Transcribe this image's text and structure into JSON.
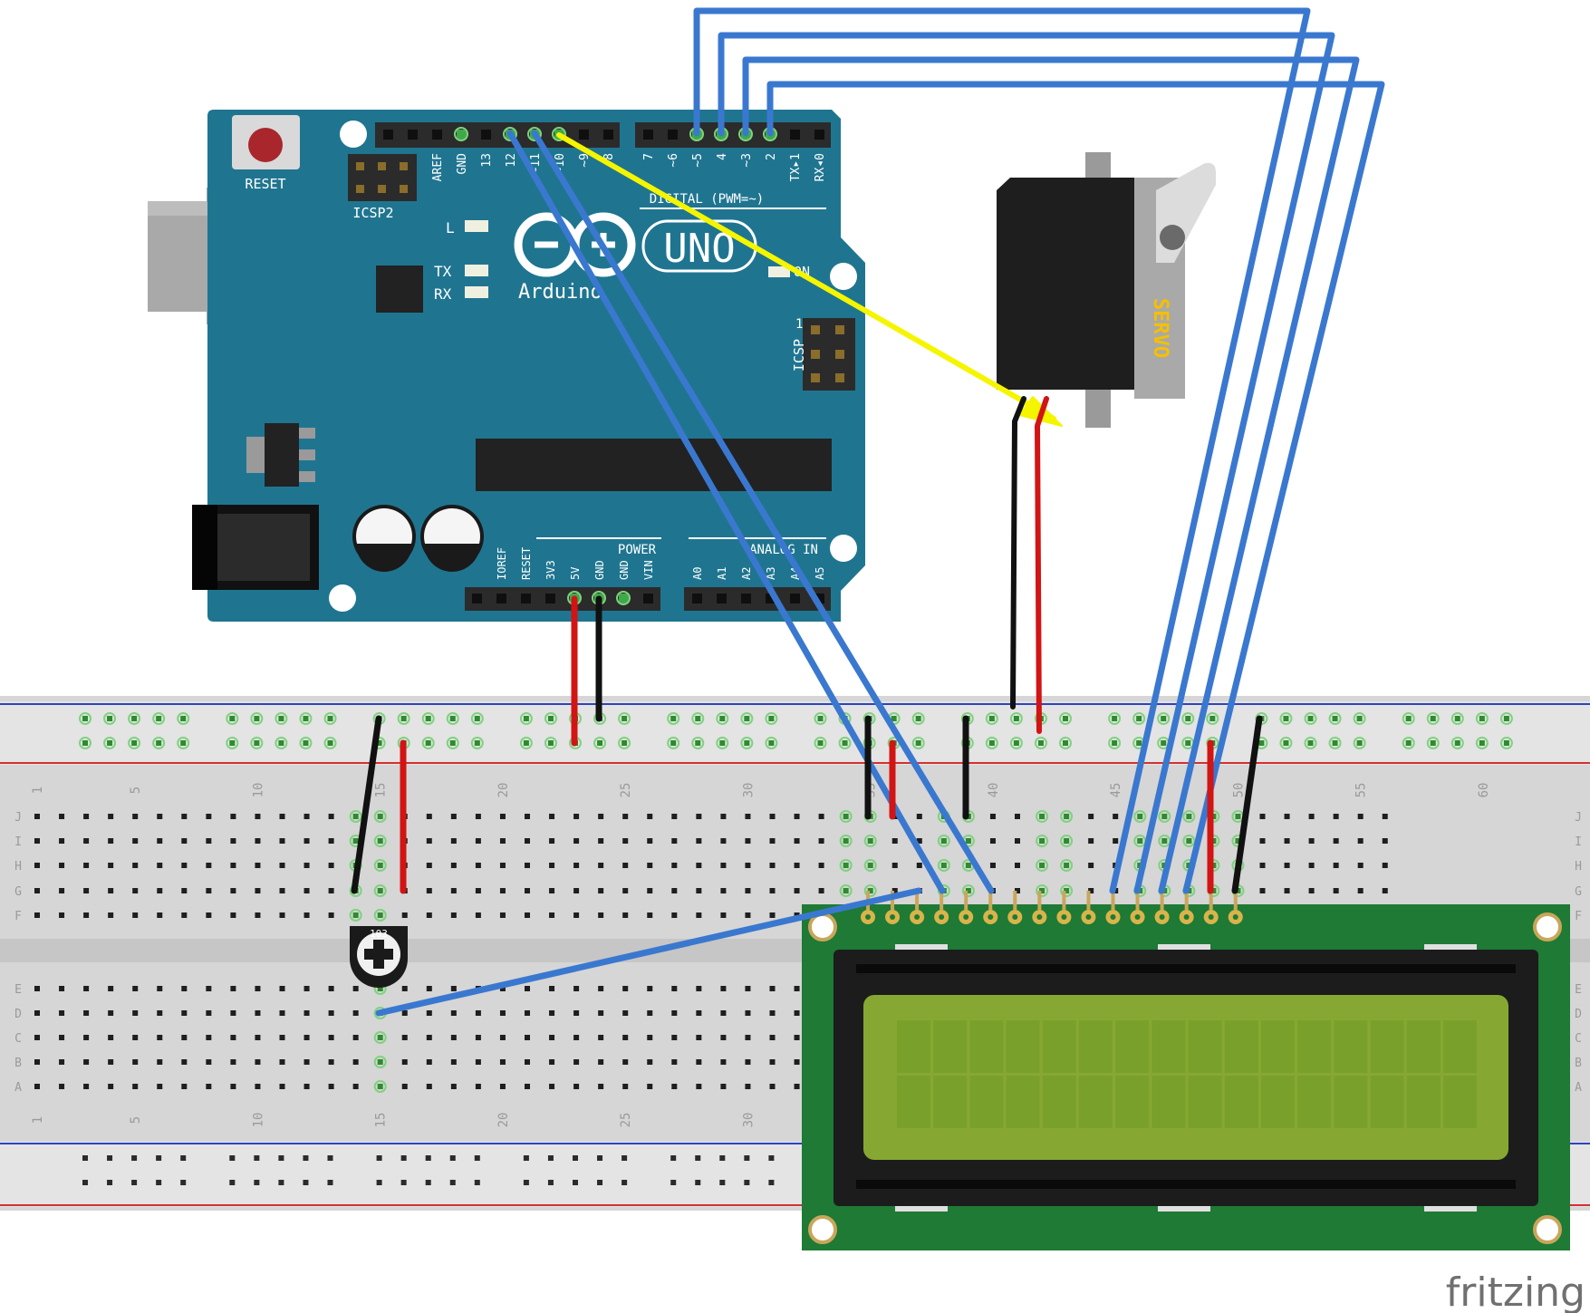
{
  "arduino": {
    "reset_label": "RESET",
    "icsp2_label": "ICSP2",
    "icsp_label": "ICSP",
    "icsp_pin1": "1",
    "led_l": "L",
    "led_tx": "TX",
    "led_rx": "RX",
    "on_label": "ON",
    "uno_label": "UNO",
    "brand": "Arduino",
    "digital_label": "DIGITAL (PWM=~)",
    "power_label": "POWER",
    "analog_label": "ANALOG IN",
    "top_pins_left": [
      "AREF",
      "GND",
      "13",
      "12",
      "~11",
      "~10",
      "~9",
      "8"
    ],
    "top_pins_right": [
      "7",
      "~6",
      "~5",
      "4",
      "~3",
      "2",
      "TX▸1",
      "RX◂0"
    ],
    "power_pins": [
      "IOREF",
      "RESET",
      "3V3",
      "5V",
      "GND",
      "GND",
      "VIN"
    ],
    "analog_pins": [
      "A0",
      "A1",
      "A2",
      "A3",
      "A4",
      "A5"
    ]
  },
  "servo": {
    "label": "SERVO"
  },
  "pot": {
    "label": "103"
  },
  "breadboard": {
    "rows_top": [
      "J",
      "I",
      "H",
      "G",
      "F"
    ],
    "rows_bottom": [
      "E",
      "D",
      "C",
      "B",
      "A"
    ],
    "col_numbers": [
      "1",
      "5",
      "10",
      "15",
      "20",
      "25",
      "30",
      "35",
      "40",
      "45",
      "50",
      "55",
      "60"
    ]
  },
  "watermark": "fritzing",
  "colors": {
    "board": "#1f7590",
    "wire_blue": "#3a78d0",
    "wire_red": "#d21414",
    "wire_black": "#111111",
    "wire_yellow": "#f5f500",
    "lcd_pcb": "#1e7a35",
    "lcd_screen": "#86a832"
  }
}
